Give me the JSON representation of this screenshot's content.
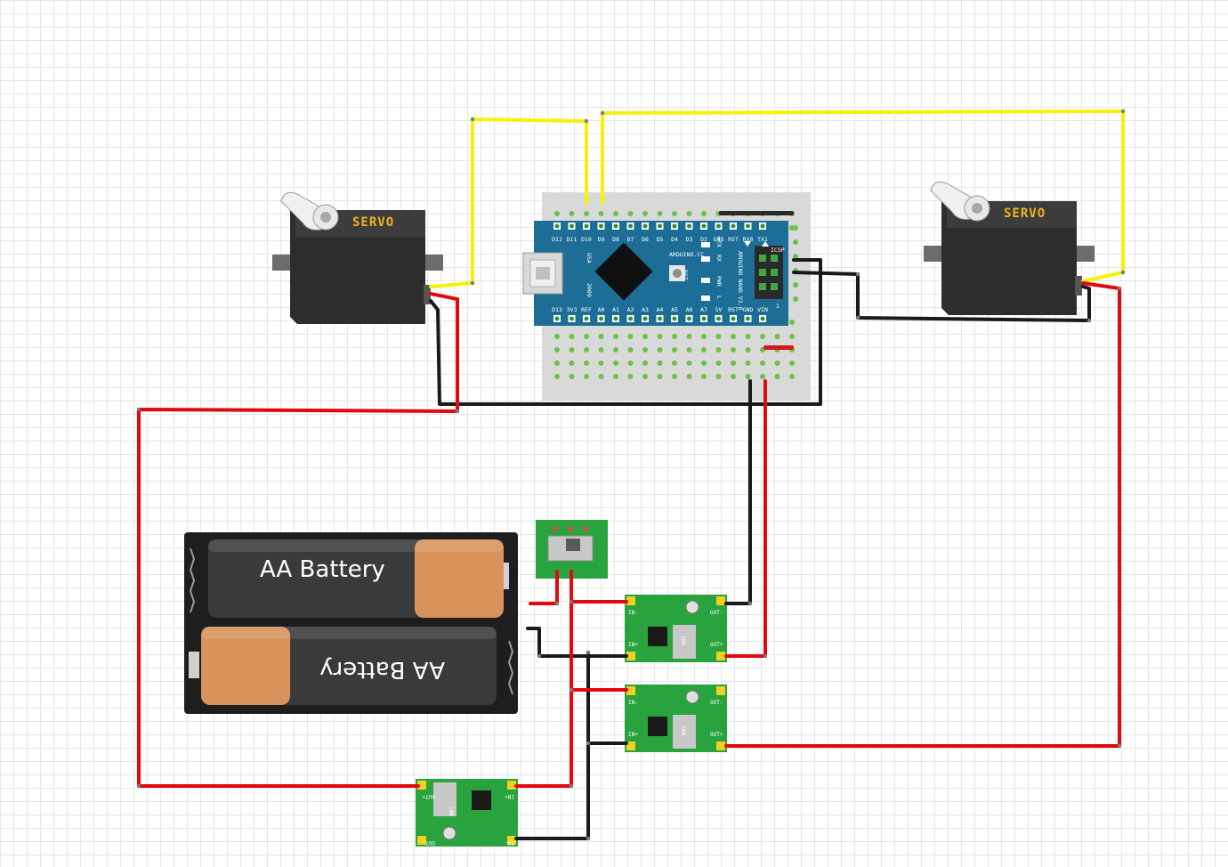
{
  "colors": {
    "signal_wire": "#f5f10a",
    "power_wire": "#e3080b",
    "ground_wire": "#1a1a1a",
    "breadboard": "#d9d9d9",
    "breadboard_hole": "#6cc24a",
    "arduino_pcb": "#1c6e97",
    "converter_pcb": "#29a33d",
    "servo_body": "#2d2d2d",
    "servo_label": "#f2b31b",
    "battery_copper": "#d8935c"
  },
  "servo_left": {
    "label": "SERVO"
  },
  "servo_right": {
    "label": "SERVO"
  },
  "battery_holder": {
    "cell_top_label": "AA Battery",
    "cell_bottom_label": "AA Battery"
  },
  "arduino": {
    "brand": "ARDUINO.CC",
    "model": "ARDUINO NANO V3.0",
    "country": "USA",
    "year": "2009",
    "icsp": "ICSP",
    "rst_button": "RST",
    "leds": [
      "TX",
      "RX",
      "PWR",
      "L"
    ],
    "pin_numbers": [
      "1",
      "1"
    ],
    "top_pins": [
      "D12",
      "D11",
      "D10",
      "D9",
      "D8",
      "D7",
      "D6",
      "D5",
      "D4",
      "D3",
      "D2",
      "GND",
      "RST",
      "RX0",
      "TX1"
    ],
    "bottom_pins": [
      "D13",
      "3V3",
      "REF",
      "A0",
      "A1",
      "A2",
      "A3",
      "A4",
      "A5",
      "A6",
      "A7",
      "5V",
      "RST",
      "GND",
      "VIN"
    ]
  },
  "converters": {
    "module_a": {
      "in_minus": "IN-",
      "in_plus": "IN+",
      "out_minus": "OUT-",
      "out_plus": "OUT+",
      "inductor": "100"
    },
    "module_b": {
      "in_minus": "IN-",
      "in_plus": "IN+",
      "out_minus": "OUT-",
      "out_plus": "OUT+",
      "inductor": "100"
    },
    "module_c": {
      "in_minus": "IN-",
      "in_plus": "IN+",
      "out_minus": "OUT-",
      "out_plus": "OUT+",
      "inductor": "100"
    }
  }
}
